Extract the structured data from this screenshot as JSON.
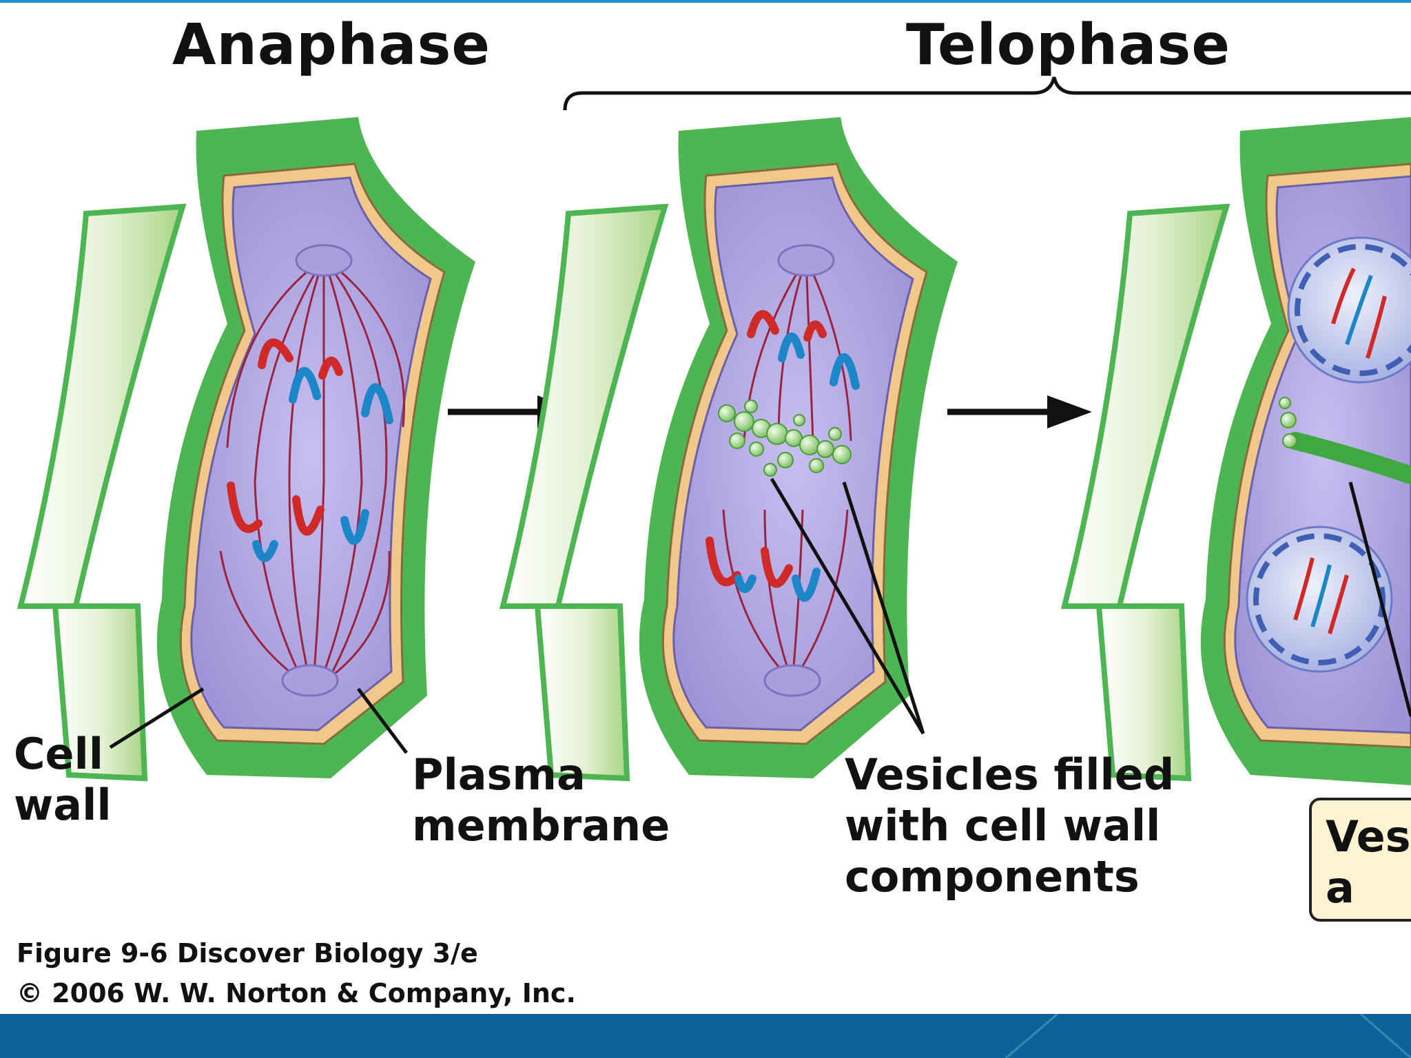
{
  "headings": {
    "anaphase": "Anaphase",
    "telophase": "Telophase"
  },
  "labels": {
    "cell_wall": "Cell\nwall",
    "plasma_membrane": "Plasma\nmembrane",
    "vesicles": "Vesicles filled\nwith cell wall\ncomponents",
    "callout": "Vesic\na new"
  },
  "caption": {
    "line1": "Figure 9-6  Discover Biology 3/e",
    "line2": "© 2006 W. W. Norton & Company, Inc."
  },
  "colors": {
    "wall": "#4db552",
    "wall_light": "#e6f2d7",
    "membrane": "#f2c88a",
    "cytoplasm": "#b9b0e3",
    "spindle": "#9a2340",
    "chrom_red": "#d02a28",
    "chrom_blue": "#1d86c9",
    "vesicle": "#a6d98c",
    "accent": "#1f8fd2",
    "footer": "#0e6396"
  }
}
